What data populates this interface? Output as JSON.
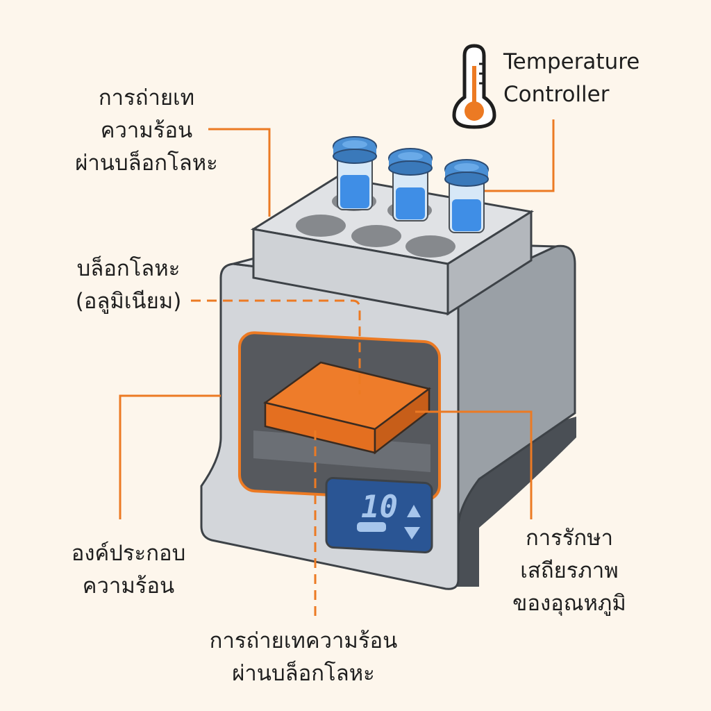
{
  "labels": {
    "heat_transfer_top": [
      "การถ่ายเท",
      "ความร้อน",
      "ผ่านบล็อกโลหะ"
    ],
    "temperature_controller": [
      "Temperature",
      "Controller"
    ],
    "metal_block": [
      "บล็อกโลหะ",
      "(อลูมิเนียม)"
    ],
    "heating_element": [
      "องค์ประกอบ",
      "ความร้อน"
    ],
    "temperature_stability": [
      "การรักษา",
      "เสถียรภาพ",
      "ของอุณหภูมิ"
    ],
    "heat_transfer_bottom": [
      "การถ่ายเทความร้อน",
      "ผ่านบล็อกโลหะ"
    ]
  },
  "display": {
    "readout": "10"
  },
  "icons": {
    "thermometer": "thermometer-icon",
    "up_arrow": "up-arrow-icon",
    "down_arrow": "down-arrow-icon"
  },
  "colors": {
    "background": "#fdf6ec",
    "accent": "#ec7a23",
    "body": "#c9cdd1",
    "tube_cap": "#4a8fd4",
    "liquid": "#3f8ee6",
    "display_bg": "#2a5594"
  }
}
